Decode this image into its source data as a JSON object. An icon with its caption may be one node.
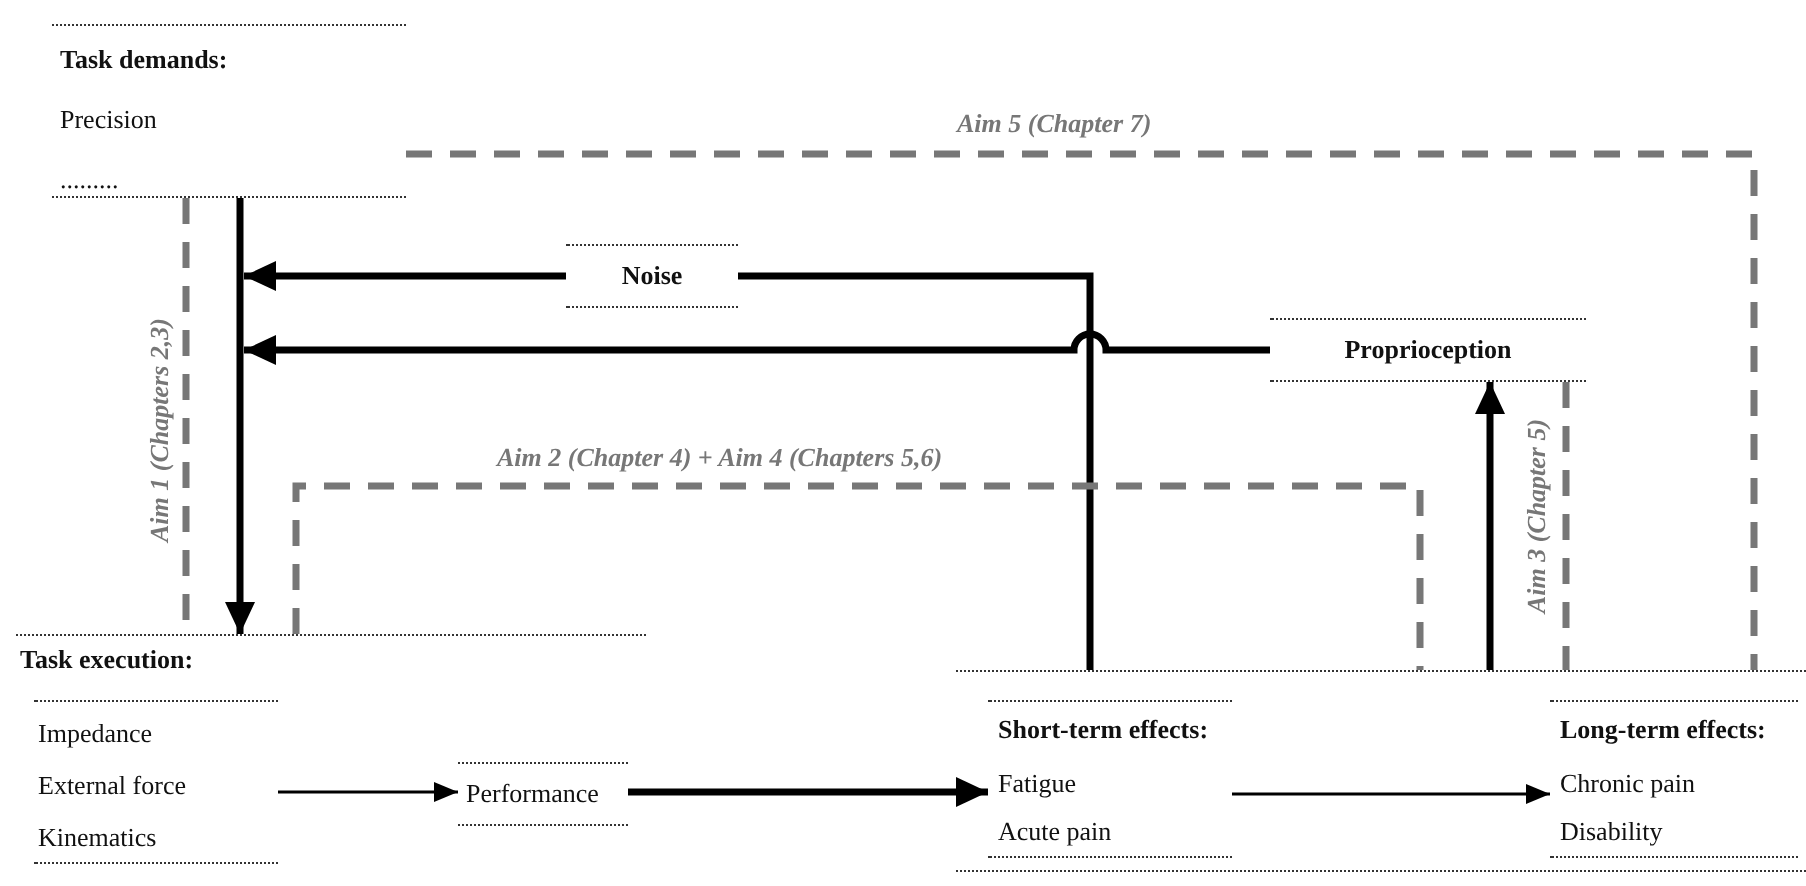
{
  "diagram": {
    "nodes": [
      {
        "text": [
          "Task demands:",
          "Precision",
          "........."
        ]
      },
      {
        "text": [
          "Noise"
        ]
      },
      {
        "text": [
          "Proprioception"
        ]
      },
      {
        "text": [
          "Task execution:"
        ]
      },
      {
        "text": [
          "Impedance",
          "External force",
          "Kinematics"
        ],
        "in": 3
      },
      {
        "text": [
          "Performance"
        ],
        "in": 3
      },
      {
        "text": [],
        "shape": "box"
      },
      {
        "text": [
          "Short-term effects:",
          "Fatigue",
          "Acute pain"
        ],
        "in": 6
      },
      {
        "text": [
          "Long-term effects:",
          "Chronic pain",
          "Disability"
        ],
        "in": 6
      }
    ],
    "edges": [
      {
        "from": 0,
        "to": 3,
        "arrow": "to"
      },
      {
        "from": 6,
        "to": 1,
        "arrow": "none"
      },
      {
        "from": 1,
        "to": null,
        "arrow": "to"
      },
      {
        "from": 2,
        "to": null,
        "arrow": "to"
      },
      {
        "from": 6,
        "to": 2,
        "arrow": "to"
      },
      {
        "from": 4,
        "to": 5,
        "arrow": "to"
      },
      {
        "from": 5,
        "to": 7,
        "arrow": "to"
      },
      {
        "from": 7,
        "to": 8,
        "arrow": "to"
      },
      {
        "from": 0,
        "to": 3,
        "arrow": "none",
        "style": "dashed",
        "color": "#777777",
        "label": "Aim 1 (Chapters 2,3)"
      },
      {
        "from": 3,
        "to": 6,
        "arrow": "none",
        "style": "dashed",
        "color": "#777777",
        "label": "Aim 2 (Chapter 4) + Aim 4 (Chapters 5,6)"
      },
      {
        "from": 2,
        "to": 6,
        "arrow": "none",
        "style": "dashed",
        "color": "#777777",
        "label": "Aim 3 (Chapter 5)"
      },
      {
        "from": 0,
        "to": 6,
        "arrow": "none",
        "style": "dashed",
        "color": "#777777",
        "label": "Aim 5 (Chapter 7)"
      }
    ]
  }
}
